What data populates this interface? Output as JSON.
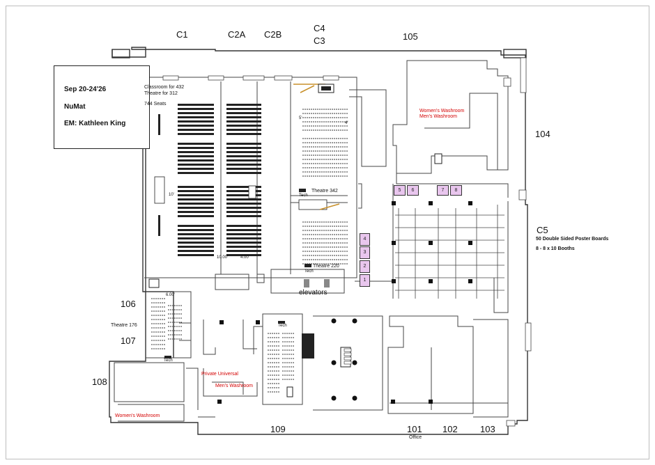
{
  "info": {
    "dates": "Sep 20-24'26",
    "event": "NuMat",
    "em": "EM: Kathleen King"
  },
  "rooms": {
    "c1": "C1",
    "c2a": "C2A",
    "c2b": "C2B",
    "c4": "C4",
    "c3": "C3",
    "r105": "105",
    "r104": "104",
    "c5": "C5",
    "r106": "106",
    "r107": "107",
    "r108": "108",
    "r109": "109",
    "r101": "101",
    "r102": "102",
    "r103": "103"
  },
  "labels": {
    "classroom": "Classroom for 432",
    "theatre312": "Theatre for 312",
    "seats744": "744 Seats",
    "theatre342": "Theatre 342",
    "theatre220": "Theatre 220",
    "theatre176": "Theatre 176",
    "elevators": "elevators",
    "office": "Office",
    "poster": "50 Double Sided Poster Boards",
    "booths": "8 - 8 x 10 Booths",
    "dim10": "10'",
    "dim10b": "10.00'",
    "dim400": "4.00'",
    "dim600": "6.00'",
    "dim5": "5'",
    "dim4": "4'",
    "tech": "Tech"
  },
  "washrooms": {
    "upper": "Women's Washroom",
    "upper_men": "Men's Washroom",
    "private": "Private Universal",
    "men": "Men's Washroom",
    "women": "Women's Washroom"
  },
  "booth_numbers": [
    "1",
    "2",
    "3",
    "4",
    "5",
    "6",
    "7",
    "8"
  ],
  "colors": {
    "booth_fill": "#e9c6ee",
    "washroom_text": "#d40000",
    "wall": "#333333",
    "accent_beam": "#c8902a"
  }
}
